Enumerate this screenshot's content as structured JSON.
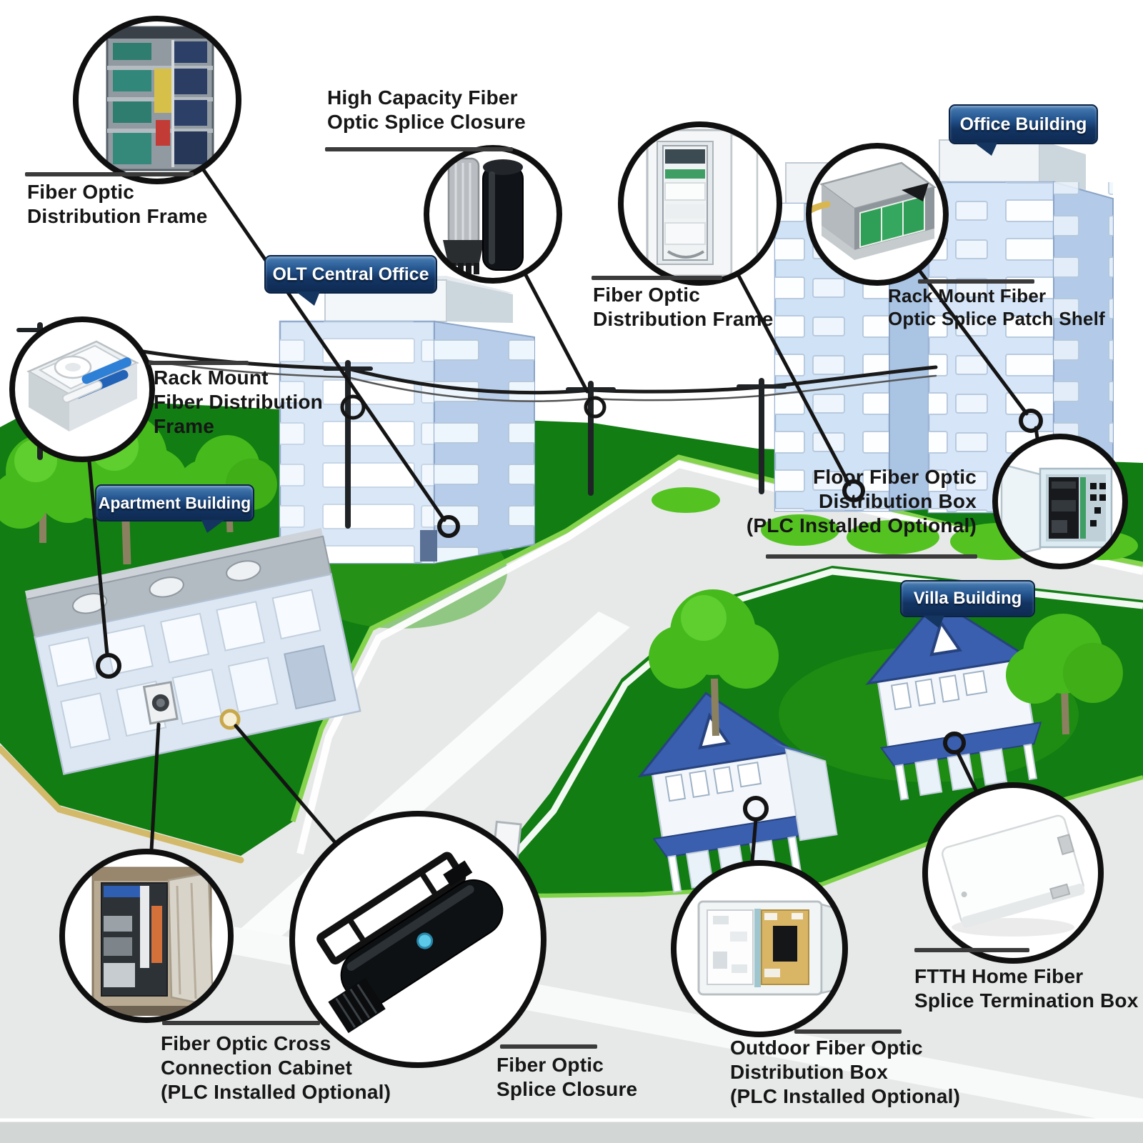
{
  "badges": [
    {
      "id": "olt-central-office",
      "label": "OLT Central Office"
    },
    {
      "id": "apartment-building",
      "label": "Apartment Building"
    },
    {
      "id": "office-building",
      "label": "Office Building"
    },
    {
      "id": "villa-building",
      "label": "Villa Building"
    }
  ],
  "callouts": [
    {
      "id": "fiber-optic-distribution-frame-left",
      "label": "Fiber Optic\nDistribution Frame"
    },
    {
      "id": "high-capacity-fiber-optic-splice-closure",
      "label": "High Capacity Fiber\nOptic Splice Closure"
    },
    {
      "id": "fiber-optic-distribution-frame-center",
      "label": "Fiber Optic\nDistribution Frame"
    },
    {
      "id": "rack-mount-fiber-optic-splice-patch-shelf",
      "label": "Rack Mount Fiber\nOptic Splice Patch Shelf"
    },
    {
      "id": "rack-mount-fiber-distribution-frame",
      "label": "Rack Mount\nFiber Distribution\nFrame"
    },
    {
      "id": "floor-fiber-optic-distribution-box",
      "label": "Floor Fiber Optic\nDistribution Box\n(PLC Installed Optional)"
    },
    {
      "id": "fiber-optic-cross-connection-cabinet",
      "label": "Fiber Optic Cross\nConnection Cabinet\n(PLC Installed Optional)"
    },
    {
      "id": "fiber-optic-splice-closure",
      "label": "Fiber Optic\nSplice Closure"
    },
    {
      "id": "outdoor-fiber-optic-distribution-box",
      "label": "Outdoor Fiber Optic\nDistribution Box\n(PLC Installed Optional)"
    },
    {
      "id": "ftth-home-fiber-splice-termination-box",
      "label": "FTTH Home Fiber\nSplice Termination Box"
    }
  ],
  "colors": {
    "badge_blue": "#16386b",
    "lawn_green": "#117d12",
    "tree_green": "#46b91c",
    "road_gray": "#e7e9e8",
    "villa_roof_blue": "#3a5fae",
    "building_blue": "#d9e7f7",
    "curb_yellow": "#d3b96a",
    "callout_ring": "#101010",
    "label_text": "#161616"
  }
}
